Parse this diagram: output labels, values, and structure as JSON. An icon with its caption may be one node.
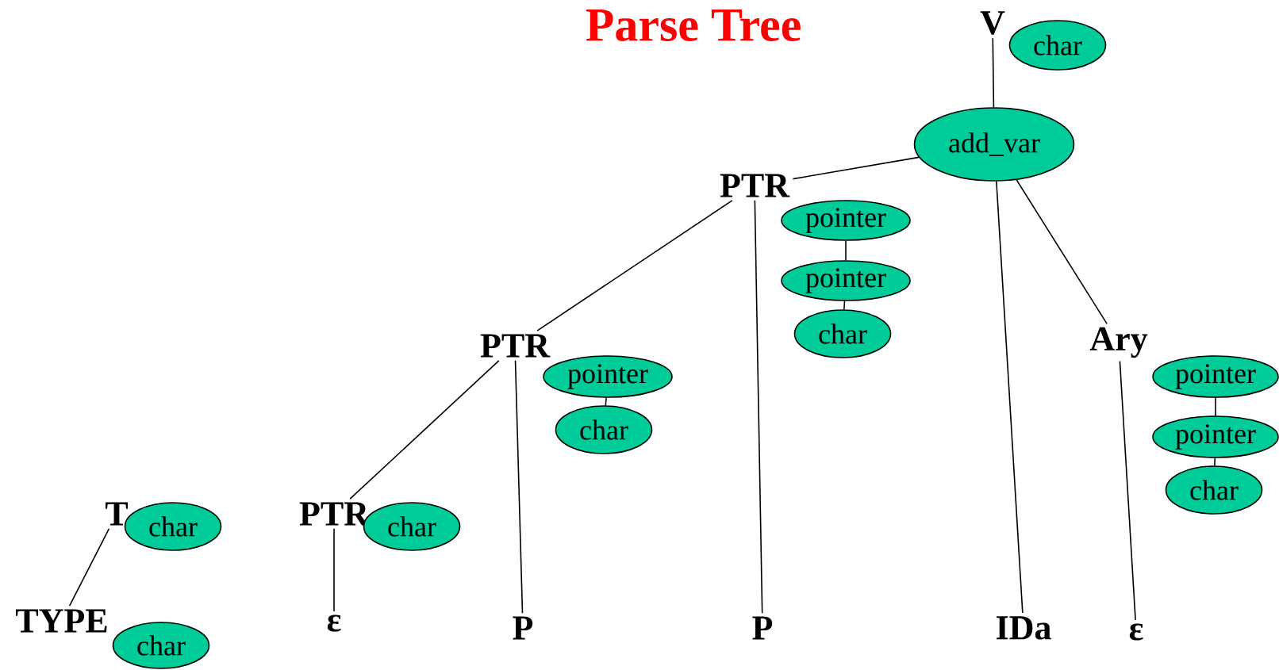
{
  "diagram": {
    "title": "Parse Tree",
    "nodes": [
      {
        "text": [
          "V"
        ]
      },
      {
        "text": [
          "char"
        ]
      },
      {
        "text": [
          "add_var"
        ]
      },
      {
        "text": [
          "PTR"
        ]
      },
      {
        "text": [
          "pointer"
        ]
      },
      {
        "text": [
          "pointer"
        ]
      },
      {
        "text": [
          "char"
        ]
      },
      {
        "text": [
          "PTR"
        ]
      },
      {
        "text": [
          "pointer"
        ]
      },
      {
        "text": [
          "char"
        ]
      },
      {
        "text": [
          "Ary"
        ]
      },
      {
        "text": [
          "pointer"
        ]
      },
      {
        "text": [
          "pointer"
        ]
      },
      {
        "text": [
          "char"
        ]
      },
      {
        "text": [
          "T"
        ]
      },
      {
        "text": [
          "char"
        ]
      },
      {
        "text": [
          "PTR"
        ]
      },
      {
        "text": [
          "char"
        ]
      },
      {
        "text": [
          "TYPE"
        ]
      },
      {
        "text": [
          "char"
        ]
      },
      {
        "text": [
          "ε"
        ]
      },
      {
        "text": [
          "P"
        ]
      },
      {
        "text": [
          "P"
        ]
      },
      {
        "text": [
          "IDa"
        ]
      },
      {
        "text": [
          "ε"
        ]
      }
    ],
    "edges": [
      {
        "from": 0,
        "to": 2,
        "arrow": "none"
      },
      {
        "from": 2,
        "to": 3,
        "arrow": "none"
      },
      {
        "from": 2,
        "to": 23,
        "arrow": "none"
      },
      {
        "from": 2,
        "to": 10,
        "arrow": "none"
      },
      {
        "from": 3,
        "to": 7,
        "arrow": "none"
      },
      {
        "from": 3,
        "to": 22,
        "arrow": "none"
      },
      {
        "from": 7,
        "to": 16,
        "arrow": "none"
      },
      {
        "from": 7,
        "to": 21,
        "arrow": "none"
      },
      {
        "from": 16,
        "to": 20,
        "arrow": "none"
      },
      {
        "from": 14,
        "to": 18,
        "arrow": "none"
      },
      {
        "from": 10,
        "to": 24,
        "arrow": "none"
      },
      {
        "from": 4,
        "to": 5,
        "arrow": "none"
      },
      {
        "from": 5,
        "to": 6,
        "arrow": "none"
      },
      {
        "from": 8,
        "to": 9,
        "arrow": "none"
      },
      {
        "from": 11,
        "to": 12,
        "arrow": "none"
      },
      {
        "from": 12,
        "to": 13,
        "arrow": "none"
      }
    ]
  }
}
